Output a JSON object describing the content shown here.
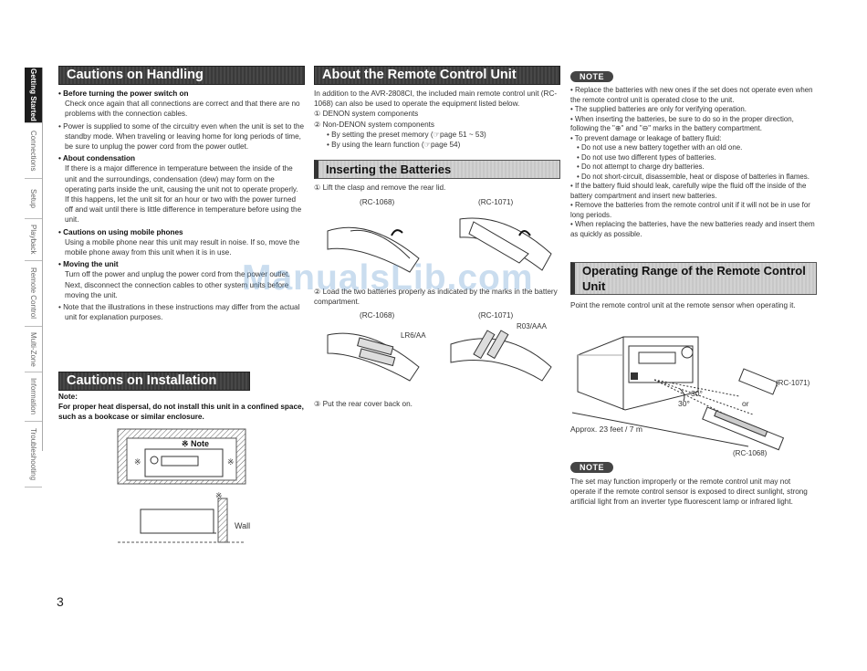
{
  "tabs": [
    "Getting Started",
    "Connections",
    "Setup",
    "Playback",
    "Remote Control",
    "Multi-Zone",
    "Information",
    "Troubleshooting"
  ],
  "page_number": "3",
  "watermark": "ManualsLib.com",
  "handling": {
    "title": "Cautions on Handling",
    "i1h": "• Before turning the power switch on",
    "i1t": "Check once again that all connections are correct and that there are no problems with the connection cables.",
    "i2": "• Power is supplied to some of the circuitry even when the unit is set to the standby mode. When traveling or leaving home for long periods of time, be sure to unplug the power cord from the power outlet.",
    "i3h": "• About condensation",
    "i3t1": "If there is a major difference in temperature between the inside of the unit and the surroundings, condensation (dew) may form on the operating parts inside the unit, causing the unit not to operate properly.",
    "i3t2": "If this happens, let the unit sit for an hour or two with the power turned off and wait until there is little difference in temperature before using the unit.",
    "i4h": "• Cautions on using mobile phones",
    "i4t": "Using a mobile phone near this unit may result in noise. If so, move the mobile phone away from this unit when it is in use.",
    "i5h": "• Moving the unit",
    "i5t1": "Turn off the power and unplug the power cord from the power outlet.",
    "i5t2": "Next, disconnect the connection cables to other system units before moving the unit.",
    "i6": "• Note that the illustrations in these instructions may differ from the actual unit for explanation purposes."
  },
  "installation": {
    "title": "Cautions on Installation",
    "note_label": "Note:",
    "note_text": "For proper heat dispersal, do not install this unit in a confined space, such as a bookcase or similar enclosure.",
    "fig_note": "※ Note",
    "fig_mark": "※",
    "wall": "Wall"
  },
  "remote": {
    "title": "About the Remote Control Unit",
    "intro": "In addition to the AVR-2808CI, the included main remote control unit (RC-1068) can also be used to operate the equipment listed below.",
    "l1": "① DENON system components",
    "l2": "② Non-DENON system components",
    "l2a": "• By setting the preset memory (☞page 51 ~ 53)",
    "l2b": "• By using the learn function (☞page 54)"
  },
  "batteries": {
    "title": "Inserting the Batteries",
    "s1": "① Lift the clasp and remove the rear lid.",
    "s2": "② Load the two batteries properly as indicated by the marks in the battery compartment.",
    "s3": "③ Put the rear cover back on.",
    "rc1068": "(RC-1068)",
    "rc1071": "(RC-1071)",
    "lr6": "LR6/AA",
    "r03": "R03/AAA"
  },
  "note1": {
    "badge": "NOTE",
    "items": [
      "• Replace the batteries with new ones if the set does not operate even when the remote control unit is operated close to the unit.",
      "• The supplied batteries are only for verifying operation.",
      "• When inserting the batteries, be sure to do so in the proper direction, following the \"⊕\" and \"⊖\" marks in the battery compartment.",
      "• To prevent damage or leakage of battery fluid:"
    ],
    "subitems": [
      "• Do not use a new battery together with an old one.",
      "• Do not use two different types of batteries.",
      "• Do not attempt to charge dry batteries.",
      "• Do not short-circuit, disassemble, heat or dispose of batteries in flames."
    ],
    "items2": [
      "• If the battery fluid should leak, carefully wipe the fluid off the inside of the battery compartment and insert new batteries.",
      "• Remove the batteries from the remote control unit if it will not be in use for long periods.",
      "• When replacing the batteries, have the new batteries ready and insert them as quickly as possible."
    ]
  },
  "range": {
    "title": "Operating Range of the Remote Control Unit",
    "text": "Point the remote control unit at the remote sensor when operating it.",
    "angle1": "30°",
    "angle2": "30°",
    "approx": "Approx. 23 feet / 7 m",
    "rc1071": "(RC-1071)",
    "or": "or",
    "rc1068": "(RC-1068)"
  },
  "note2": {
    "badge": "NOTE",
    "text": "The set may function improperly or the remote control unit may not operate if the remote control sensor is exposed to direct sunlight, strong artificial light from an inverter type fluorescent lamp or infrared light."
  }
}
